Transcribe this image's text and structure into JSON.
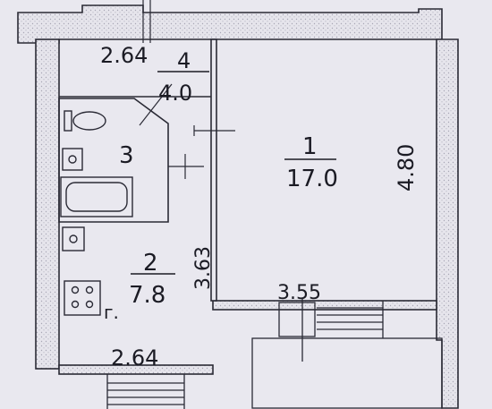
{
  "rooms": [
    {
      "number": "1",
      "area": "17.0"
    },
    {
      "number": "2",
      "area": "7.8"
    },
    {
      "number": "3"
    },
    {
      "number": "4",
      "area": "4.0"
    }
  ],
  "dimensions": {
    "top_width": "2.64",
    "bottom_width": "2.64",
    "room1_height": "4.80",
    "room1_width": "3.55",
    "room2_height": "3.63"
  },
  "stove_mark": "г.",
  "colors": {
    "paper": "#e9e8ef",
    "wall_hatch": "#b7b6c2",
    "ink": "#1b1b24"
  }
}
